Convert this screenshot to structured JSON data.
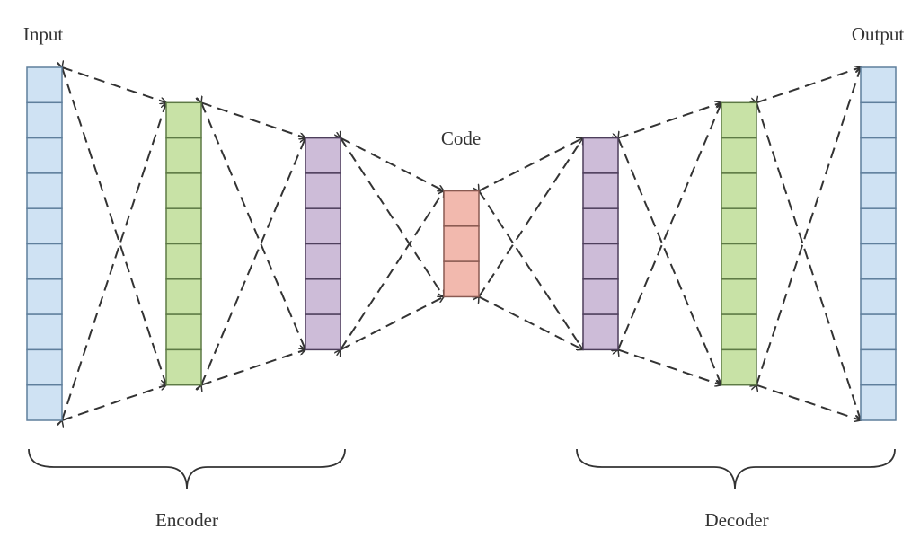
{
  "labels": {
    "input": "Input",
    "output": "Output",
    "code": "Code",
    "encoder": "Encoder",
    "decoder": "Decoder"
  },
  "layers": [
    {
      "name": "input",
      "cells": 10,
      "fill": "#cfe2f3",
      "stroke": "#5f7f9c"
    },
    {
      "name": "encoder-hidden-1",
      "cells": 8,
      "fill": "#c8e2a6",
      "stroke": "#5d7a45"
    },
    {
      "name": "encoder-hidden-2",
      "cells": 6,
      "fill": "#cdbcd8",
      "stroke": "#4e3f5c"
    },
    {
      "name": "code",
      "cells": 3,
      "fill": "#f2b9ae",
      "stroke": "#8a5a52"
    },
    {
      "name": "decoder-hidden-1",
      "cells": 6,
      "fill": "#cdbcd8",
      "stroke": "#4e3f5c"
    },
    {
      "name": "decoder-hidden-2",
      "cells": 8,
      "fill": "#c8e2a6",
      "stroke": "#5d7a45"
    },
    {
      "name": "output",
      "cells": 10,
      "fill": "#cfe2f3",
      "stroke": "#5f7f9c"
    }
  ],
  "line_color": "#333333"
}
